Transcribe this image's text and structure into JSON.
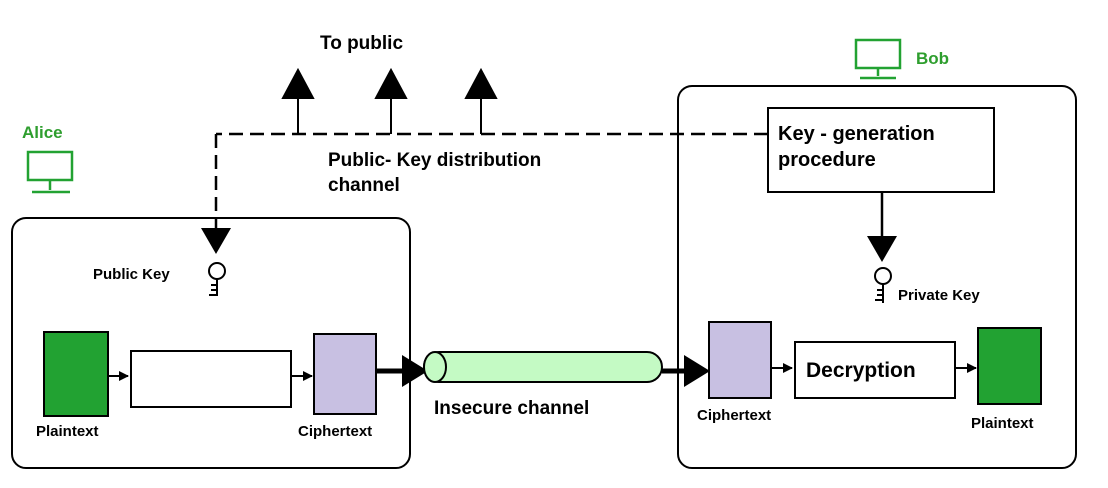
{
  "labels": {
    "to_public": "To public",
    "public_key_channel_line1": "Public- Key distribution",
    "public_key_channel_line2": "channel",
    "alice": "Alice",
    "bob": "Bob",
    "public_key": "Public Key",
    "private_key": "Private Key",
    "keygen_line1": "Key - generation",
    "keygen_line2": "procedure",
    "decryption": "Decryption",
    "insecure_channel": "Insecure channel",
    "alice_plaintext": "Plaintext",
    "alice_ciphertext": "Ciphertext",
    "bob_ciphertext": "Ciphertext",
    "bob_plaintext": "Plaintext"
  },
  "colors": {
    "plaintext_fill": "#22a232",
    "ciphertext_fill": "#c8c0e2",
    "channel_fill": "#c4fac4",
    "computer_icon": "#22a232",
    "stroke": "#000000"
  },
  "icons": {
    "alice_computer": "computer-monitor-icon",
    "bob_computer": "computer-monitor-icon",
    "public_key_icon": "key-icon",
    "private_key_icon": "key-icon"
  }
}
